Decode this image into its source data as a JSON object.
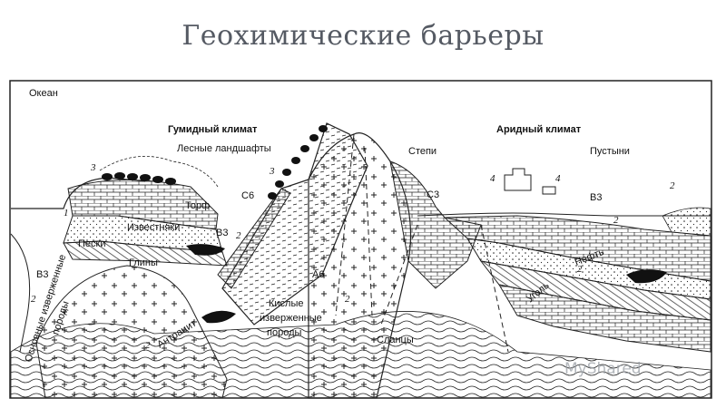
{
  "slide": {
    "title": "Геохимические барьеры"
  },
  "figure": {
    "labels": {
      "ocean": "Океан",
      "humid_climate": "Гумидный климат",
      "forest_landscapes": "Лесные ландшафты",
      "arid_climate": "Аридный климат",
      "steppes": "Степи",
      "deserts": "Пустыни",
      "peat": "Торф",
      "limestones": "Известняки",
      "sands": "Пески",
      "clays": "Глины",
      "basic_rocks_1": "Основные изверженные",
      "basic_rocks_2": "породы",
      "anthracite": "Антрацит",
      "acid_rocks_1": "Кислые",
      "acid_rocks_2": "изверженные",
      "acid_rocks_3": "породы",
      "shales": "Сланцы",
      "coal": "Уголь",
      "oil": "Нефть"
    },
    "barrier_codes": [
      "В3",
      "С6",
      "В3",
      "А6",
      "С3",
      "В3"
    ],
    "numbers": [
      "1",
      "2",
      "3",
      "4"
    ]
  },
  "watermark": {
    "text": "MyShared"
  }
}
